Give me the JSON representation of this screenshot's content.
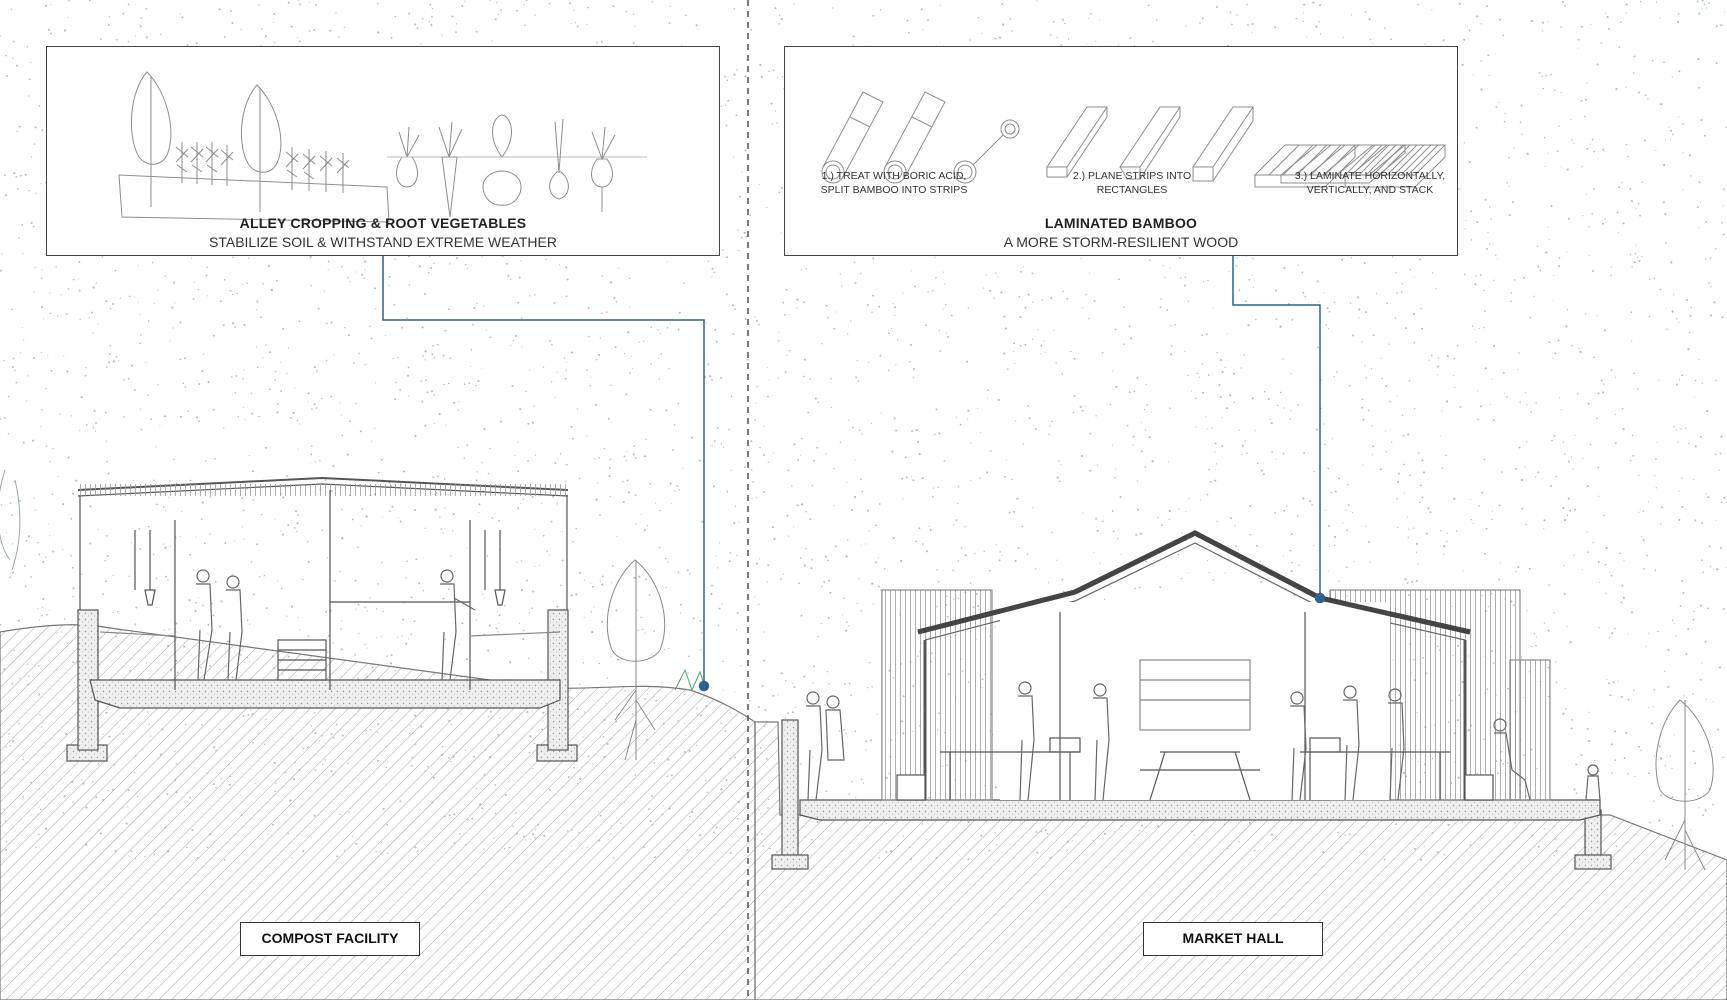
{
  "left_panel": {
    "title": "ALLEY CROPPING & ROOT VEGETABLES",
    "subtitle": "STABILIZE SOIL & WITHSTAND EXTREME WEATHER"
  },
  "right_panel": {
    "title": "LAMINATED BAMBOO",
    "subtitle": "A MORE STORM-RESILIENT WOOD",
    "steps": [
      {
        "line1": "1.) TREAT WITH BORIC ACID,",
        "line2": "SPLIT BAMBOO INTO STRIPS"
      },
      {
        "line1": "2.) PLANE STRIPS INTO",
        "line2": "RECTANGLES"
      },
      {
        "line1": "3.) LAMINATE HORIZONTALLY,",
        "line2": "VERTICALLY, AND STACK"
      }
    ]
  },
  "sections": {
    "left_label": "COMPOST FACILITY",
    "right_label": "MARKET HALL"
  },
  "colors": {
    "leader_line": "#2f6190",
    "stipple": "#8fa8b6",
    "hatch": "#9a9a9a",
    "ink": "#555555"
  }
}
